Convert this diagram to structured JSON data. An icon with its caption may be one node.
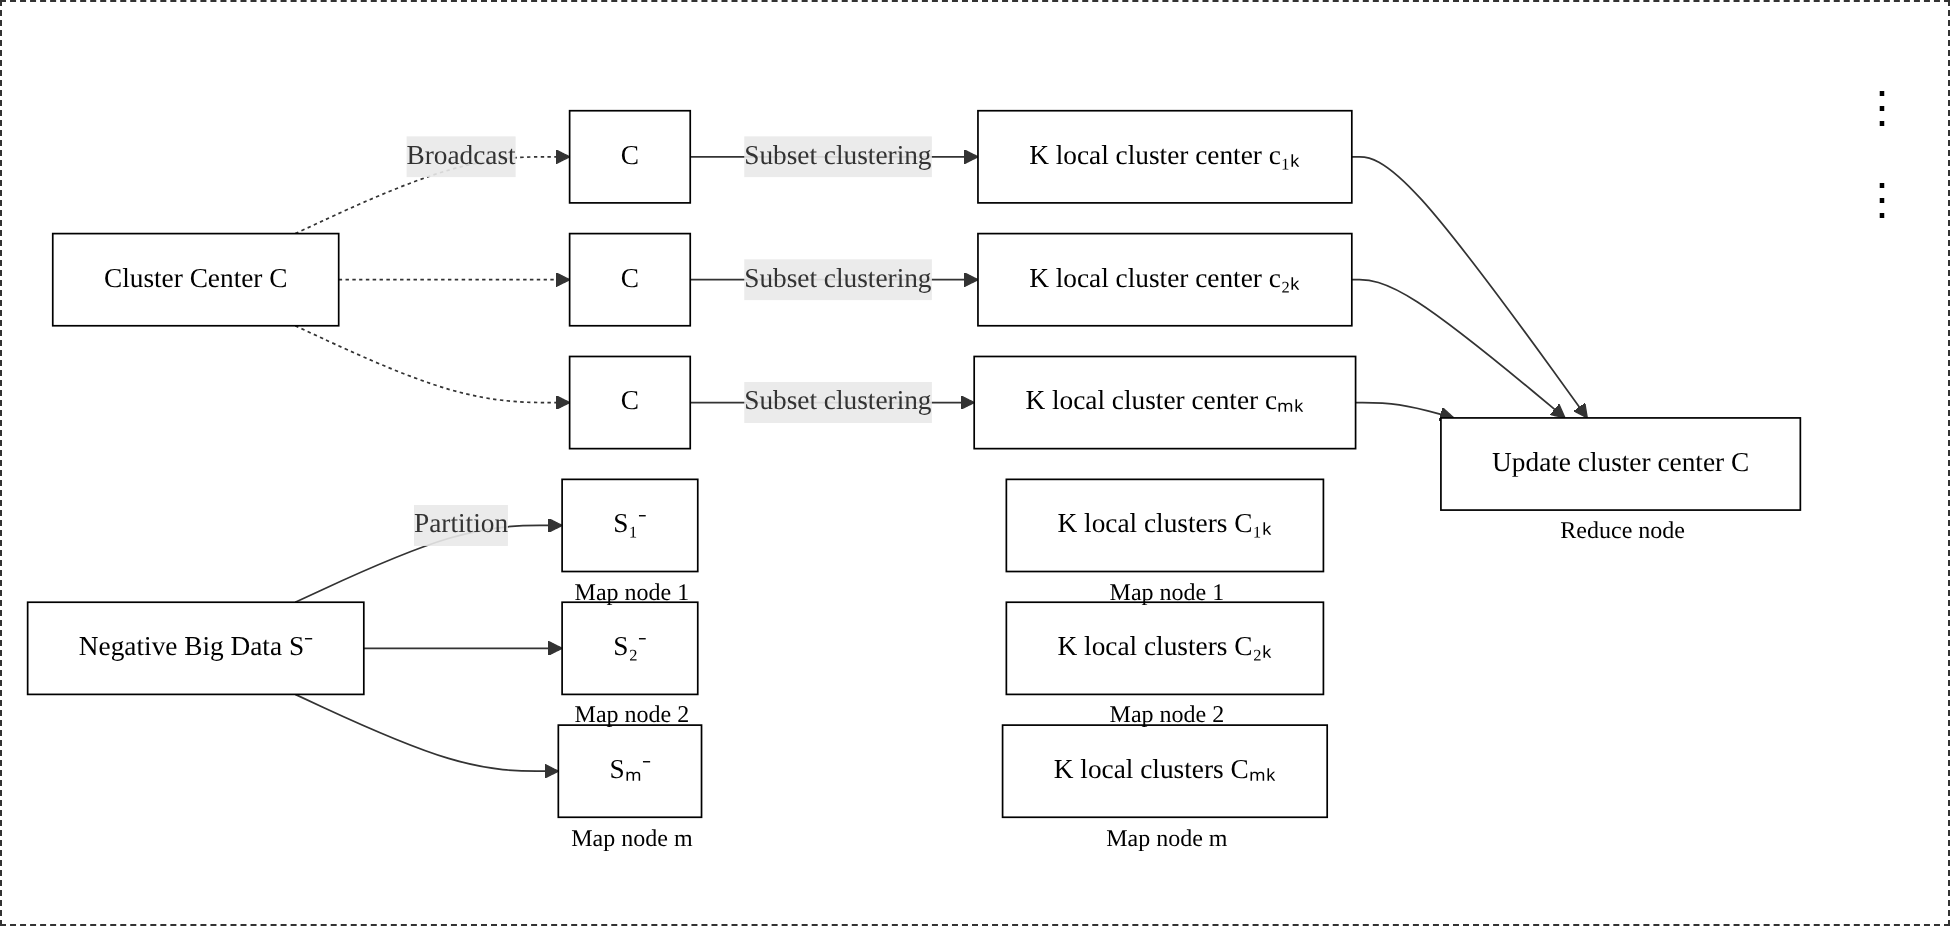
{
  "diagram": {
    "nodes": [
      {
        "text": [
          "Negative Big Data S⁻"
        ]
      },
      {
        "text": [
          "Cluster Center C"
        ]
      },
      {
        "text": [
          "C"
        ]
      },
      {
        "text": [
          "S₁⁻"
        ],
        "beside": [
          "Map node 1"
        ]
      },
      {
        "text": [
          "K local cluster center c₁ₖ"
        ]
      },
      {
        "text": [
          "K local clusters C₁ₖ"
        ],
        "beside": [
          "Map node 1"
        ]
      },
      {
        "text": [
          "C"
        ]
      },
      {
        "text": [
          "S₂⁻"
        ],
        "beside": [
          "Map node 2"
        ]
      },
      {
        "text": [
          "K local cluster center c₂ₖ"
        ]
      },
      {
        "text": [
          "K local clusters C₂ₖ"
        ],
        "beside": [
          "Map node 2"
        ]
      },
      {
        "text": [
          "C"
        ]
      },
      {
        "text": [
          "Sₘ⁻"
        ],
        "beside": [
          "Map node m"
        ]
      },
      {
        "text": [
          "K local cluster center cₘₖ"
        ]
      },
      {
        "text": [
          "K local clusters Cₘₖ"
        ],
        "beside": [
          "Map node m"
        ]
      },
      {
        "text": [
          "Update cluster center C"
        ],
        "beside": [
          "Reduce node"
        ]
      }
    ],
    "edges": [
      {
        "from": 1,
        "to": 2,
        "arrow": "to",
        "style": "dashed",
        "label": "Broadcast"
      },
      {
        "from": 1,
        "to": 6,
        "arrow": "to",
        "style": "dashed"
      },
      {
        "from": 1,
        "to": 10,
        "arrow": "to",
        "style": "dashed"
      },
      {
        "from": 0,
        "to": 3,
        "arrow": "to",
        "label": "Partition"
      },
      {
        "from": 0,
        "to": 7,
        "arrow": "to"
      },
      {
        "from": 0,
        "to": 11,
        "arrow": "to"
      },
      {
        "from": 2,
        "to": 4,
        "arrow": "to",
        "label": "Subset clustering"
      },
      {
        "from": 6,
        "to": 8,
        "arrow": "to",
        "label": "Subset clustering"
      },
      {
        "from": 10,
        "to": 12,
        "arrow": "to",
        "label": "Subset clustering"
      },
      {
        "from": 4,
        "to": 14,
        "arrow": "to"
      },
      {
        "from": 8,
        "to": 14,
        "arrow": "to"
      },
      {
        "from": 12,
        "to": 14,
        "arrow": "to"
      }
    ],
    "labels": [
      "⋮",
      "⋮"
    ]
  }
}
